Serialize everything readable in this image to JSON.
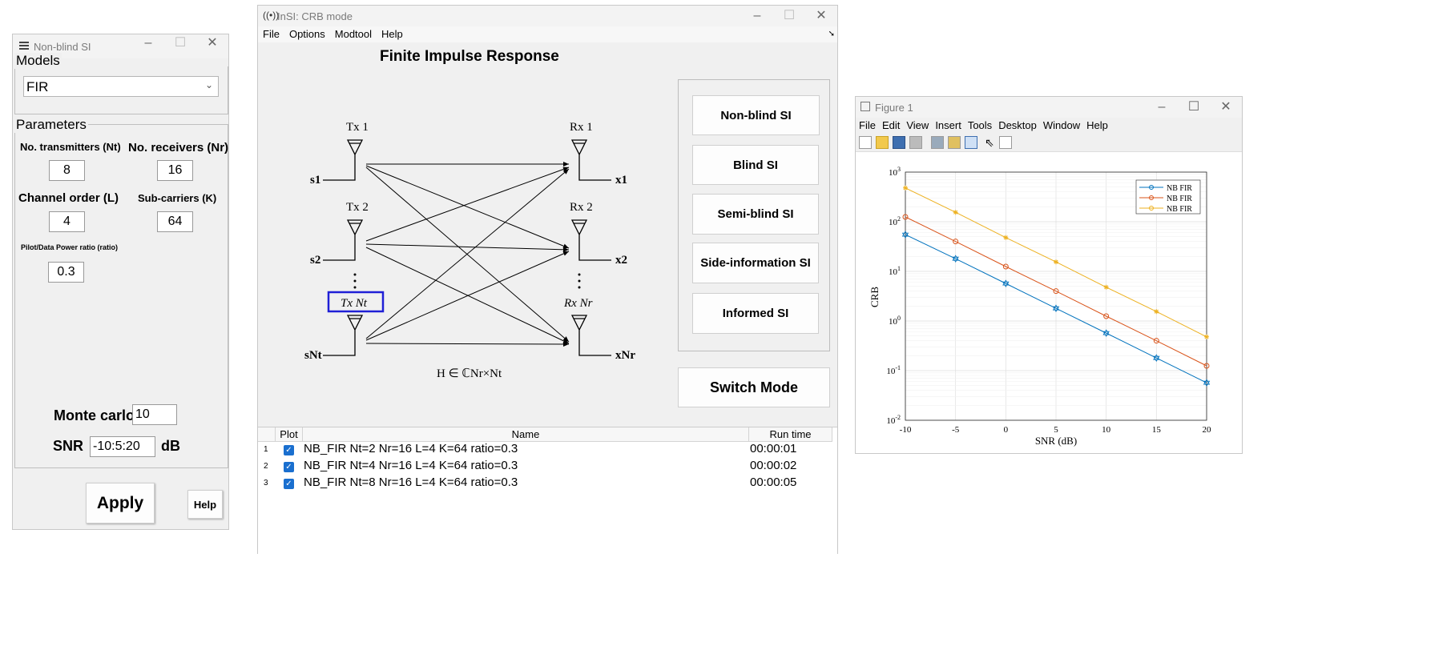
{
  "nonblind": {
    "title": "Non-blind SI",
    "models_label": "Models",
    "model_value": "FIR",
    "parameters_label": "Parameters",
    "nt_label": "No. transmitters (Nt)",
    "nt_value": "8",
    "nr_label": "No. receivers (Nr)",
    "nr_value": "16",
    "l_label": "Channel order (L)",
    "l_value": "4",
    "k_label": "Sub-carriers (K)",
    "k_value": "64",
    "ratio_label": "Pilot/Data Power ratio (ratio)",
    "ratio_value": "0.3",
    "mc_label": "Monte carlo",
    "mc_value": "10",
    "snr_label": "SNR",
    "snr_value": "-10:5:20",
    "snr_unit": "dB",
    "apply": "Apply",
    "help": "Help"
  },
  "crb": {
    "title": "InSI: CRB mode",
    "menu": [
      "File",
      "Options",
      "Modtool",
      "Help"
    ],
    "heading": "Finite Impulse Response",
    "diagram": {
      "tx1": "Tx 1",
      "tx2": "Tx 2",
      "txn": "Tx Nt",
      "rx1": "Rx 1",
      "rx2": "Rx 2",
      "rxn": "Rx Nr",
      "s1": "s1",
      "s2": "s2",
      "snt": "sNt",
      "x1": "x1",
      "x2": "x2",
      "xnr": "xNr",
      "h": "H ∈ ℂNr×Nt"
    },
    "buttons": [
      "Non-blind SI",
      "Blind SI",
      "Semi-blind SI",
      "Side-information SI",
      "Informed SI"
    ],
    "switch": "Switch Mode",
    "table": {
      "headers": [
        "Plot",
        "Name",
        "Run time"
      ],
      "rows": [
        {
          "idx": "1",
          "name": "NB_FIR Nt=2 Nr=16 L=4 K=64 ratio=0.3",
          "time": "00:00:01",
          "checked": true
        },
        {
          "idx": "2",
          "name": "NB_FIR Nt=4 Nr=16 L=4 K=64 ratio=0.3",
          "time": "00:00:02",
          "checked": true
        },
        {
          "idx": "3",
          "name": "NB_FIR Nt=8 Nr=16 L=4 K=64 ratio=0.3",
          "time": "00:00:05",
          "checked": true
        }
      ]
    }
  },
  "figure": {
    "title": "Figure 1",
    "menu": [
      "File",
      "Edit",
      "View",
      "Insert",
      "Tools",
      "Desktop",
      "Window",
      "Help"
    ],
    "toolbar_icons": [
      "new-file-icon",
      "open-folder-icon",
      "save-icon",
      "print-icon",
      "print-preview-icon",
      "link-icon",
      "figure-palette-icon",
      "pointer-icon",
      "property-inspector-icon"
    ]
  },
  "chart_data": {
    "type": "line",
    "title": "",
    "xlabel": "SNR (dB)",
    "ylabel": "CRB",
    "yscale": "log",
    "xlim": [
      -10,
      20
    ],
    "ylim": [
      0.01,
      1000
    ],
    "xticks": [
      "-10",
      "-5",
      "0",
      "5",
      "10",
      "15",
      "20"
    ],
    "yticks": [
      "10^-2",
      "10^-1",
      "10^0",
      "10^1",
      "10^2",
      "10^3"
    ],
    "grid": true,
    "legend_position": "top-right",
    "x": [
      -10,
      -5,
      0,
      5,
      10,
      15,
      20
    ],
    "series": [
      {
        "name": "NB FIR",
        "color": "#0072bd",
        "marker": "hexagram",
        "values": [
          55,
          18,
          5.7,
          1.8,
          0.57,
          0.18,
          0.057
        ]
      },
      {
        "name": "NB FIR",
        "color": "#d95319",
        "marker": "circle",
        "values": [
          125,
          40,
          12.5,
          4.0,
          1.25,
          0.4,
          0.125
        ]
      },
      {
        "name": "NB FIR",
        "color": "#edb120",
        "marker": "asterisk",
        "values": [
          480,
          155,
          48,
          15.5,
          4.8,
          1.55,
          0.48
        ]
      }
    ]
  }
}
